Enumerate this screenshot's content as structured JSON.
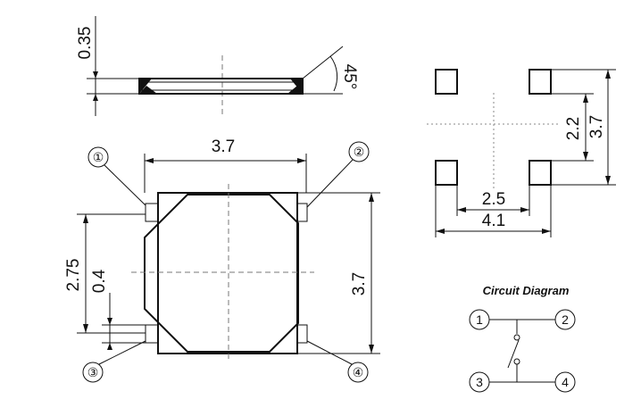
{
  "side_view": {
    "thickness": "0.35",
    "angle": "45°"
  },
  "top_view": {
    "width": "3.7",
    "height": "3.7",
    "pin_span": "2.75",
    "pin_width": "0.4",
    "pins": [
      "①",
      "②",
      "③",
      "④"
    ]
  },
  "footprint": {
    "vertical_inner": "2.2",
    "vertical_outer": "3.7",
    "horizontal_inner": "2.5",
    "horizontal_outer": "4.1"
  },
  "circuit": {
    "title": "Circuit Diagram",
    "pins": [
      "1",
      "2",
      "3",
      "4"
    ]
  }
}
